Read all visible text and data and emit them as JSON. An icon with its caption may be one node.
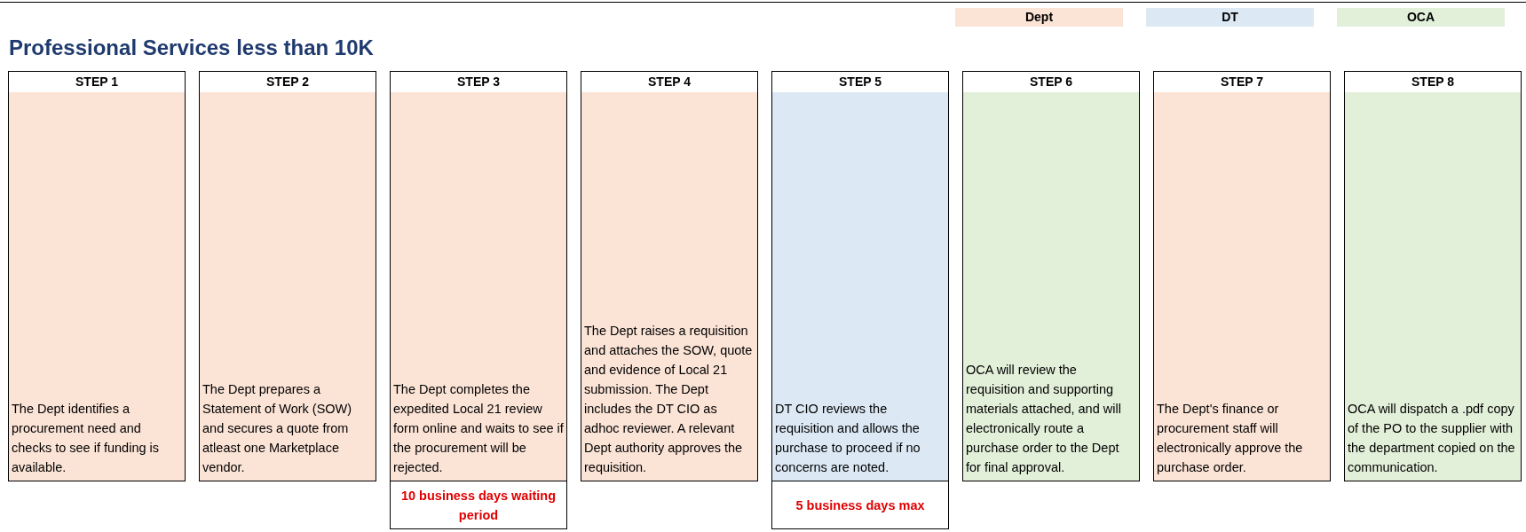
{
  "diagram": {
    "title": "Professional Services less than 10K",
    "nodes": [
      {
        "text": [
          "STEP 1",
          "The Dept identifies a procurement need and checks to see if funding is available."
        ]
      },
      {
        "text": [
          "STEP 2",
          "The Dept prepares a Statement of Work (SOW) and secures a quote from atleast one Marketplace vendor."
        ]
      },
      {
        "text": [
          "STEP 3",
          "The Dept completes the expedited Local 21 review form online and waits to see if the procurement will be rejected."
        ]
      },
      {
        "text": [
          "STEP 4",
          "The Dept raises a requisition and attaches the SOW, quote and evidence of Local 21 submission. The Dept includes the DT CIO as adhoc reviewer. A relevant Dept authority approves the requisition."
        ]
      },
      {
        "text": [
          "STEP 5",
          "DT CIO reviews the requisition and allows the purchase to proceed if no concerns are noted."
        ]
      },
      {
        "text": [
          "STEP 6",
          "OCA will review the requisition and supporting materials attached, and will electronically route a purchase order to the Dept for final approval."
        ]
      },
      {
        "text": [
          "STEP 7",
          "The Dept's finance or procurement staff will electronically approve the purchase order."
        ]
      },
      {
        "text": [
          "STEP 8",
          "OCA will dispatch a .pdf copy of the PO to the supplier with the department copied on the communication."
        ]
      },
      {
        "text": [
          "10 business days waiting period"
        ]
      },
      {
        "text": [
          "5 business days max"
        ]
      }
    ],
    "legend": [
      {
        "text": "Dept",
        "color": "#fbe3d6"
      },
      {
        "text": "DT",
        "color": "#dce9f5"
      },
      {
        "text": "OCA",
        "color": "#e2efd9"
      }
    ]
  }
}
